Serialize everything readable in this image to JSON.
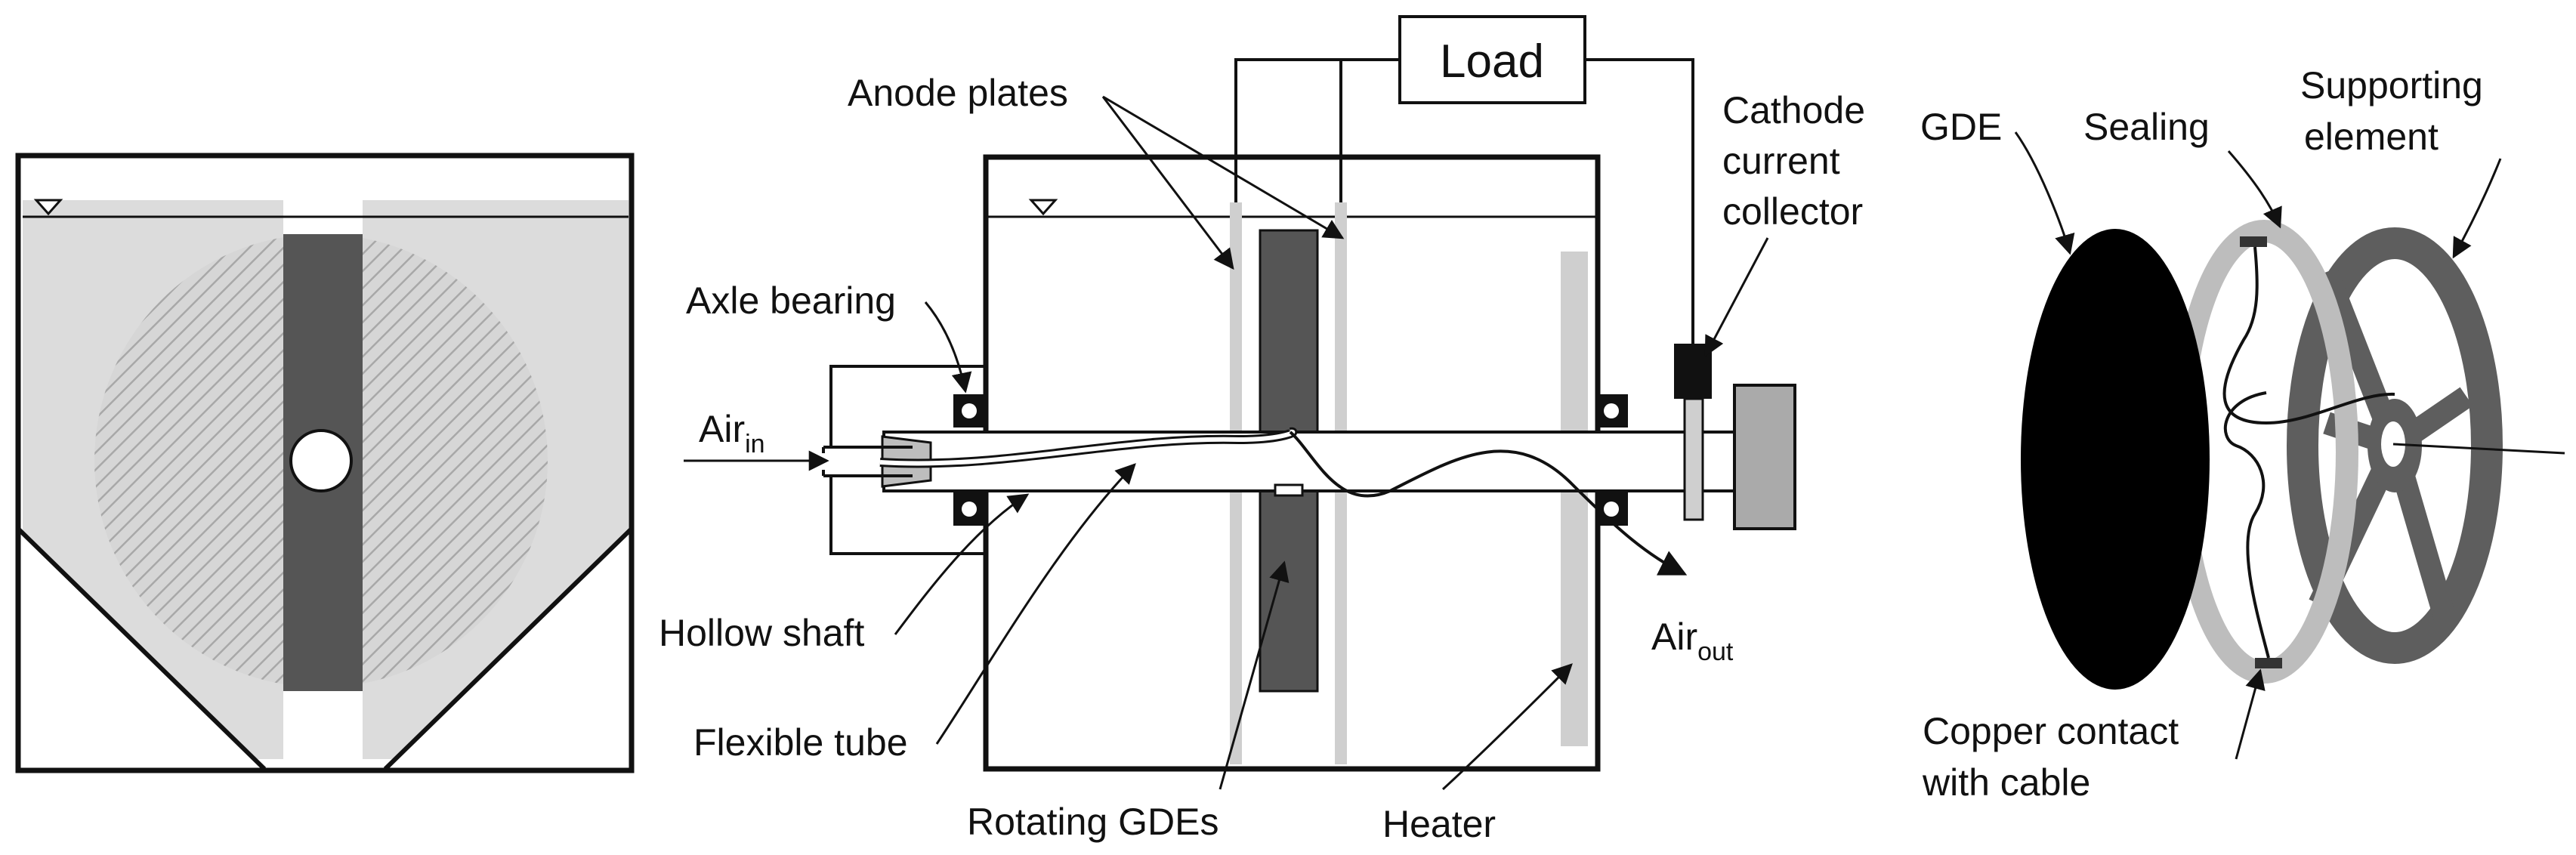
{
  "labels": {
    "load": "Load",
    "anode_plates": "Anode plates",
    "cathode_line1": "Cathode",
    "cathode_line2": "current",
    "cathode_line3": "collector",
    "axle_bearing": "Axle bearing",
    "air_in_main": "Air",
    "air_in_sub": "in",
    "hollow_shaft": "Hollow shaft",
    "flexible_tube": "Flexible tube",
    "rotating_gdes": "Rotating GDEs",
    "heater": "Heater",
    "air_out_main": "Air",
    "air_out_sub": "out",
    "gde": "GDE",
    "sealing": "Sealing",
    "supporting_line1": "Supporting",
    "supporting_line2": "element",
    "copper_line1": "Copper contact",
    "copper_line2": "with cable"
  },
  "colors": {
    "electrolyte": "#dcdcdc",
    "dark_gray": "#555555",
    "light_gray": "#c8c8c8",
    "gde_black": "#000000",
    "sealing": "#bdbdbd",
    "support": "#5e5e5e",
    "outline": "#111111"
  }
}
